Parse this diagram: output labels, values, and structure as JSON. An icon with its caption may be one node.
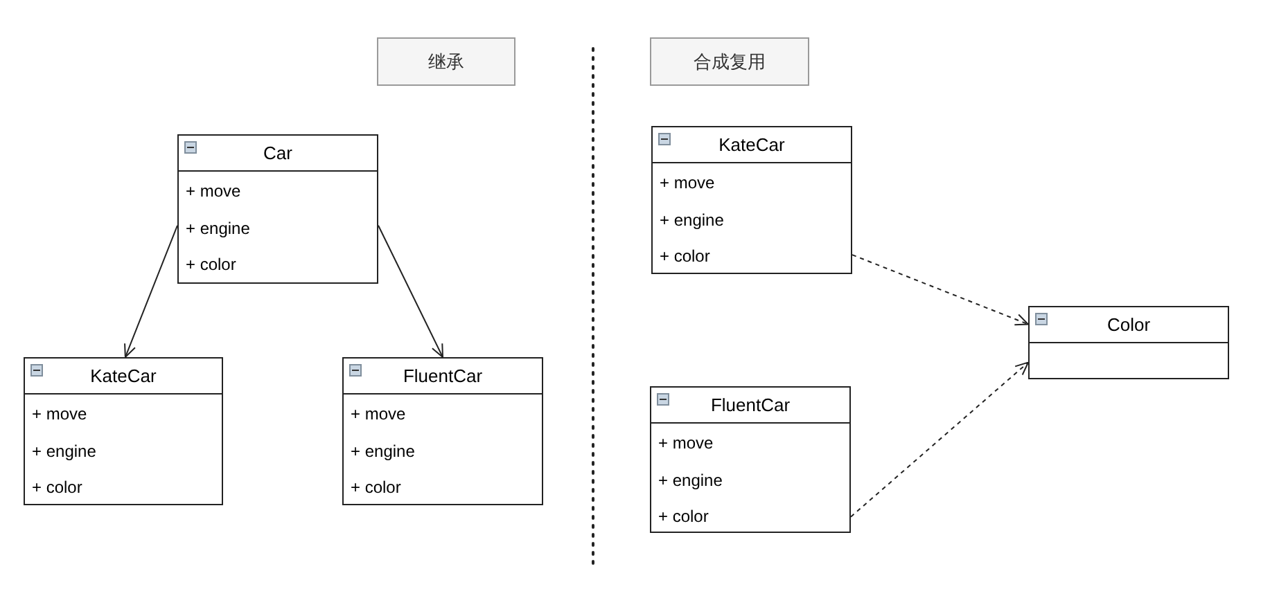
{
  "diagram": {
    "nodes": [
      {
        "text": [
          "继承"
        ]
      },
      {
        "text": [
          "合成复用"
        ]
      },
      {
        "text": [
          "Car",
          "+ move",
          "+ engine",
          "+ color"
        ]
      },
      {
        "text": [
          "KateCar",
          "+ move",
          "+ engine",
          "+ color"
        ]
      },
      {
        "text": [
          "FluentCar",
          "+ move",
          "+ engine",
          "+ color"
        ]
      },
      {
        "text": [
          "KateCar",
          "+ move",
          "+ engine",
          "+ color"
        ]
      },
      {
        "text": [
          "FluentCar",
          "+ move",
          "+ engine",
          "+ color"
        ]
      },
      {
        "text": [
          "Color"
        ]
      }
    ],
    "edges": [
      {
        "from": 2,
        "to": 3,
        "arrow": "to"
      },
      {
        "from": 2,
        "to": 4,
        "arrow": "to"
      },
      {
        "from": 5,
        "to": 7,
        "arrow": "to",
        "style": "dashed"
      },
      {
        "from": 6,
        "to": 7,
        "arrow": "to",
        "style": "dashed"
      }
    ]
  }
}
